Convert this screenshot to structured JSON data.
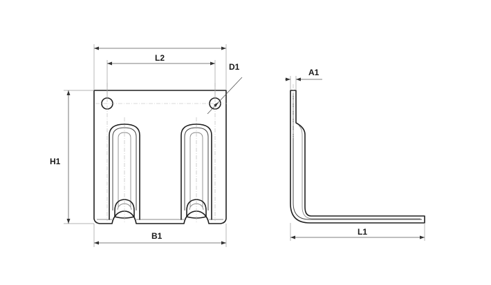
{
  "labels": {
    "l2": "L2",
    "d1": "D1",
    "h1": "H1",
    "b1": "B1",
    "a1": "A1",
    "l1": "L1"
  }
}
